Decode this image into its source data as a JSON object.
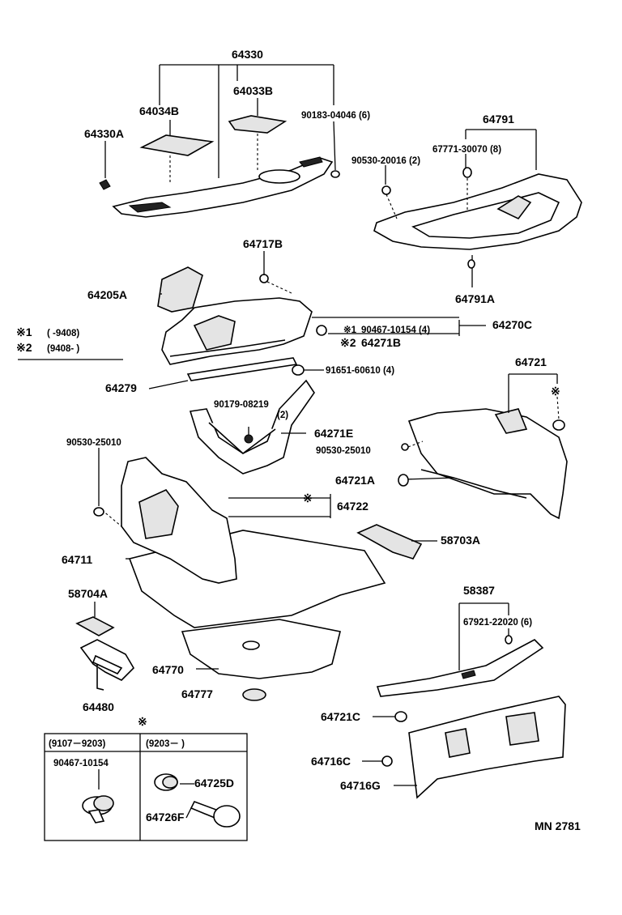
{
  "labels": {
    "p64330": "64330",
    "p64034B": "64034B",
    "p64033B": "64033B",
    "p64330A": "64330A",
    "p90183": "90183-04046 (6)",
    "p64791": "64791",
    "p67771": "67771-30070 (8)",
    "p90530_20016": "90530-20016 (2)",
    "p64791A": "64791A",
    "p64717B": "64717B",
    "p64205A": "64205A",
    "p90467_top": "90467-10154 (4)",
    "p64270C": "64270C",
    "p64271B": "64271B",
    "p91651": "91651-60610 (4)",
    "p64279": "64279",
    "p90179": "90179-08219",
    "p90179qty": "(2)",
    "p64271E": "64271E",
    "p64721": "64721",
    "p90530_25010_l": "90530-25010",
    "p90530_25010_r": "90530-25010",
    "p64721A": "64721A",
    "p64722": "64722",
    "p58703A": "58703A",
    "p64711": "64711",
    "p58704A": "58704A",
    "p58387": "58387",
    "p67921": "67921-22020 (6)",
    "p64770": "64770",
    "p64777": "64777",
    "p64480": "64480",
    "p64721C": "64721C",
    "p64716C": "64716C",
    "p64716G": "64716G",
    "p64725D": "64725D",
    "p64726F": "64726F",
    "p90467_box": "90467-10154",
    "code": "MN 2781"
  },
  "notes": {
    "star": "※",
    "n1_mark": "※1",
    "n1_text": "(        -9408)",
    "n2_mark": "※2",
    "n2_text": "(9408-        )",
    "ref1": "※1",
    "ref2": "※2"
  },
  "legend_box": {
    "mark": "※",
    "col1": "(9107－9203)",
    "col2": "(9203－        )"
  }
}
